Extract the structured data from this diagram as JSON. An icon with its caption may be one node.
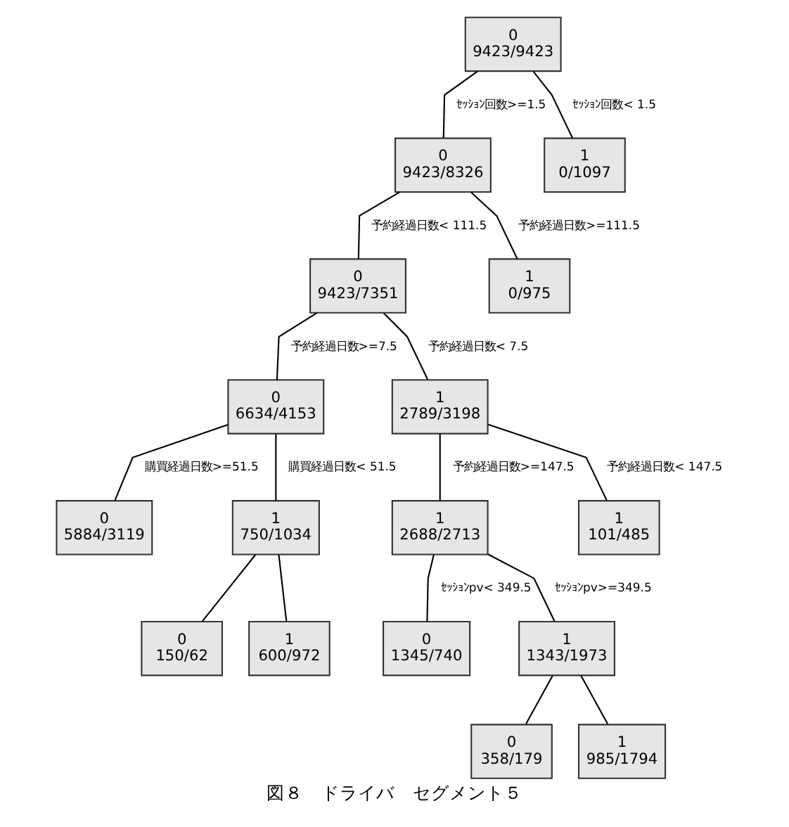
{
  "diagram": {
    "caption": "図８　ドライバ　セグメント５",
    "nodes": [
      {
        "text": [
          "0",
          "9423/9423"
        ]
      },
      {
        "text": [
          "0",
          "9423/8326"
        ]
      },
      {
        "text": [
          "1",
          "0/1097"
        ]
      },
      {
        "text": [
          "0",
          "9423/7351"
        ]
      },
      {
        "text": [
          "1",
          "0/975"
        ]
      },
      {
        "text": [
          "0",
          "6634/4153"
        ]
      },
      {
        "text": [
          "1",
          "2789/3198"
        ]
      },
      {
        "text": [
          "0",
          "5884/3119"
        ]
      },
      {
        "text": [
          "1",
          "750/1034"
        ]
      },
      {
        "text": [
          "1",
          "2688/2713"
        ]
      },
      {
        "text": [
          "1",
          "101/485"
        ]
      },
      {
        "text": [
          "0",
          "150/62"
        ]
      },
      {
        "text": [
          "1",
          "600/972"
        ]
      },
      {
        "text": [
          "0",
          "1345/740"
        ]
      },
      {
        "text": [
          "1",
          "1343/1973"
        ]
      },
      {
        "text": [
          "0",
          "358/179"
        ]
      },
      {
        "text": [
          "1",
          "985/1794"
        ]
      }
    ],
    "edges": [
      {
        "from": 0,
        "to": 1,
        "arrow": "none",
        "label": "ｾｯｼｮﾝ回数>=1.5"
      },
      {
        "from": 0,
        "to": 2,
        "arrow": "none",
        "label": "ｾｯｼｮﾝ回数< 1.5"
      },
      {
        "from": 1,
        "to": 3,
        "arrow": "none",
        "label": "予約経過日数< 111.5"
      },
      {
        "from": 1,
        "to": 4,
        "arrow": "none",
        "label": "予約経過日数>=111.5"
      },
      {
        "from": 3,
        "to": 5,
        "arrow": "none",
        "label": "予約経過日数>=7.5"
      },
      {
        "from": 3,
        "to": 6,
        "arrow": "none",
        "label": "予約経過日数< 7.5"
      },
      {
        "from": 5,
        "to": 7,
        "arrow": "none",
        "label": "購買経過日数>=51.5"
      },
      {
        "from": 5,
        "to": 8,
        "arrow": "none",
        "label": "購買経過日数< 51.5"
      },
      {
        "from": 6,
        "to": 9,
        "arrow": "none",
        "label": "予約経過日数>=147.5"
      },
      {
        "from": 6,
        "to": 10,
        "arrow": "none",
        "label": "予約経過日数< 147.5"
      },
      {
        "from": 8,
        "to": 11,
        "arrow": "none"
      },
      {
        "from": 8,
        "to": 12,
        "arrow": "none"
      },
      {
        "from": 9,
        "to": 13,
        "arrow": "none",
        "label": "ｾｯｼｮﾝpv< 349.5"
      },
      {
        "from": 9,
        "to": 14,
        "arrow": "none",
        "label": "ｾｯｼｮﾝpv>=349.5"
      },
      {
        "from": 14,
        "to": 15,
        "arrow": "none"
      },
      {
        "from": 14,
        "to": 16,
        "arrow": "none"
      }
    ]
  }
}
